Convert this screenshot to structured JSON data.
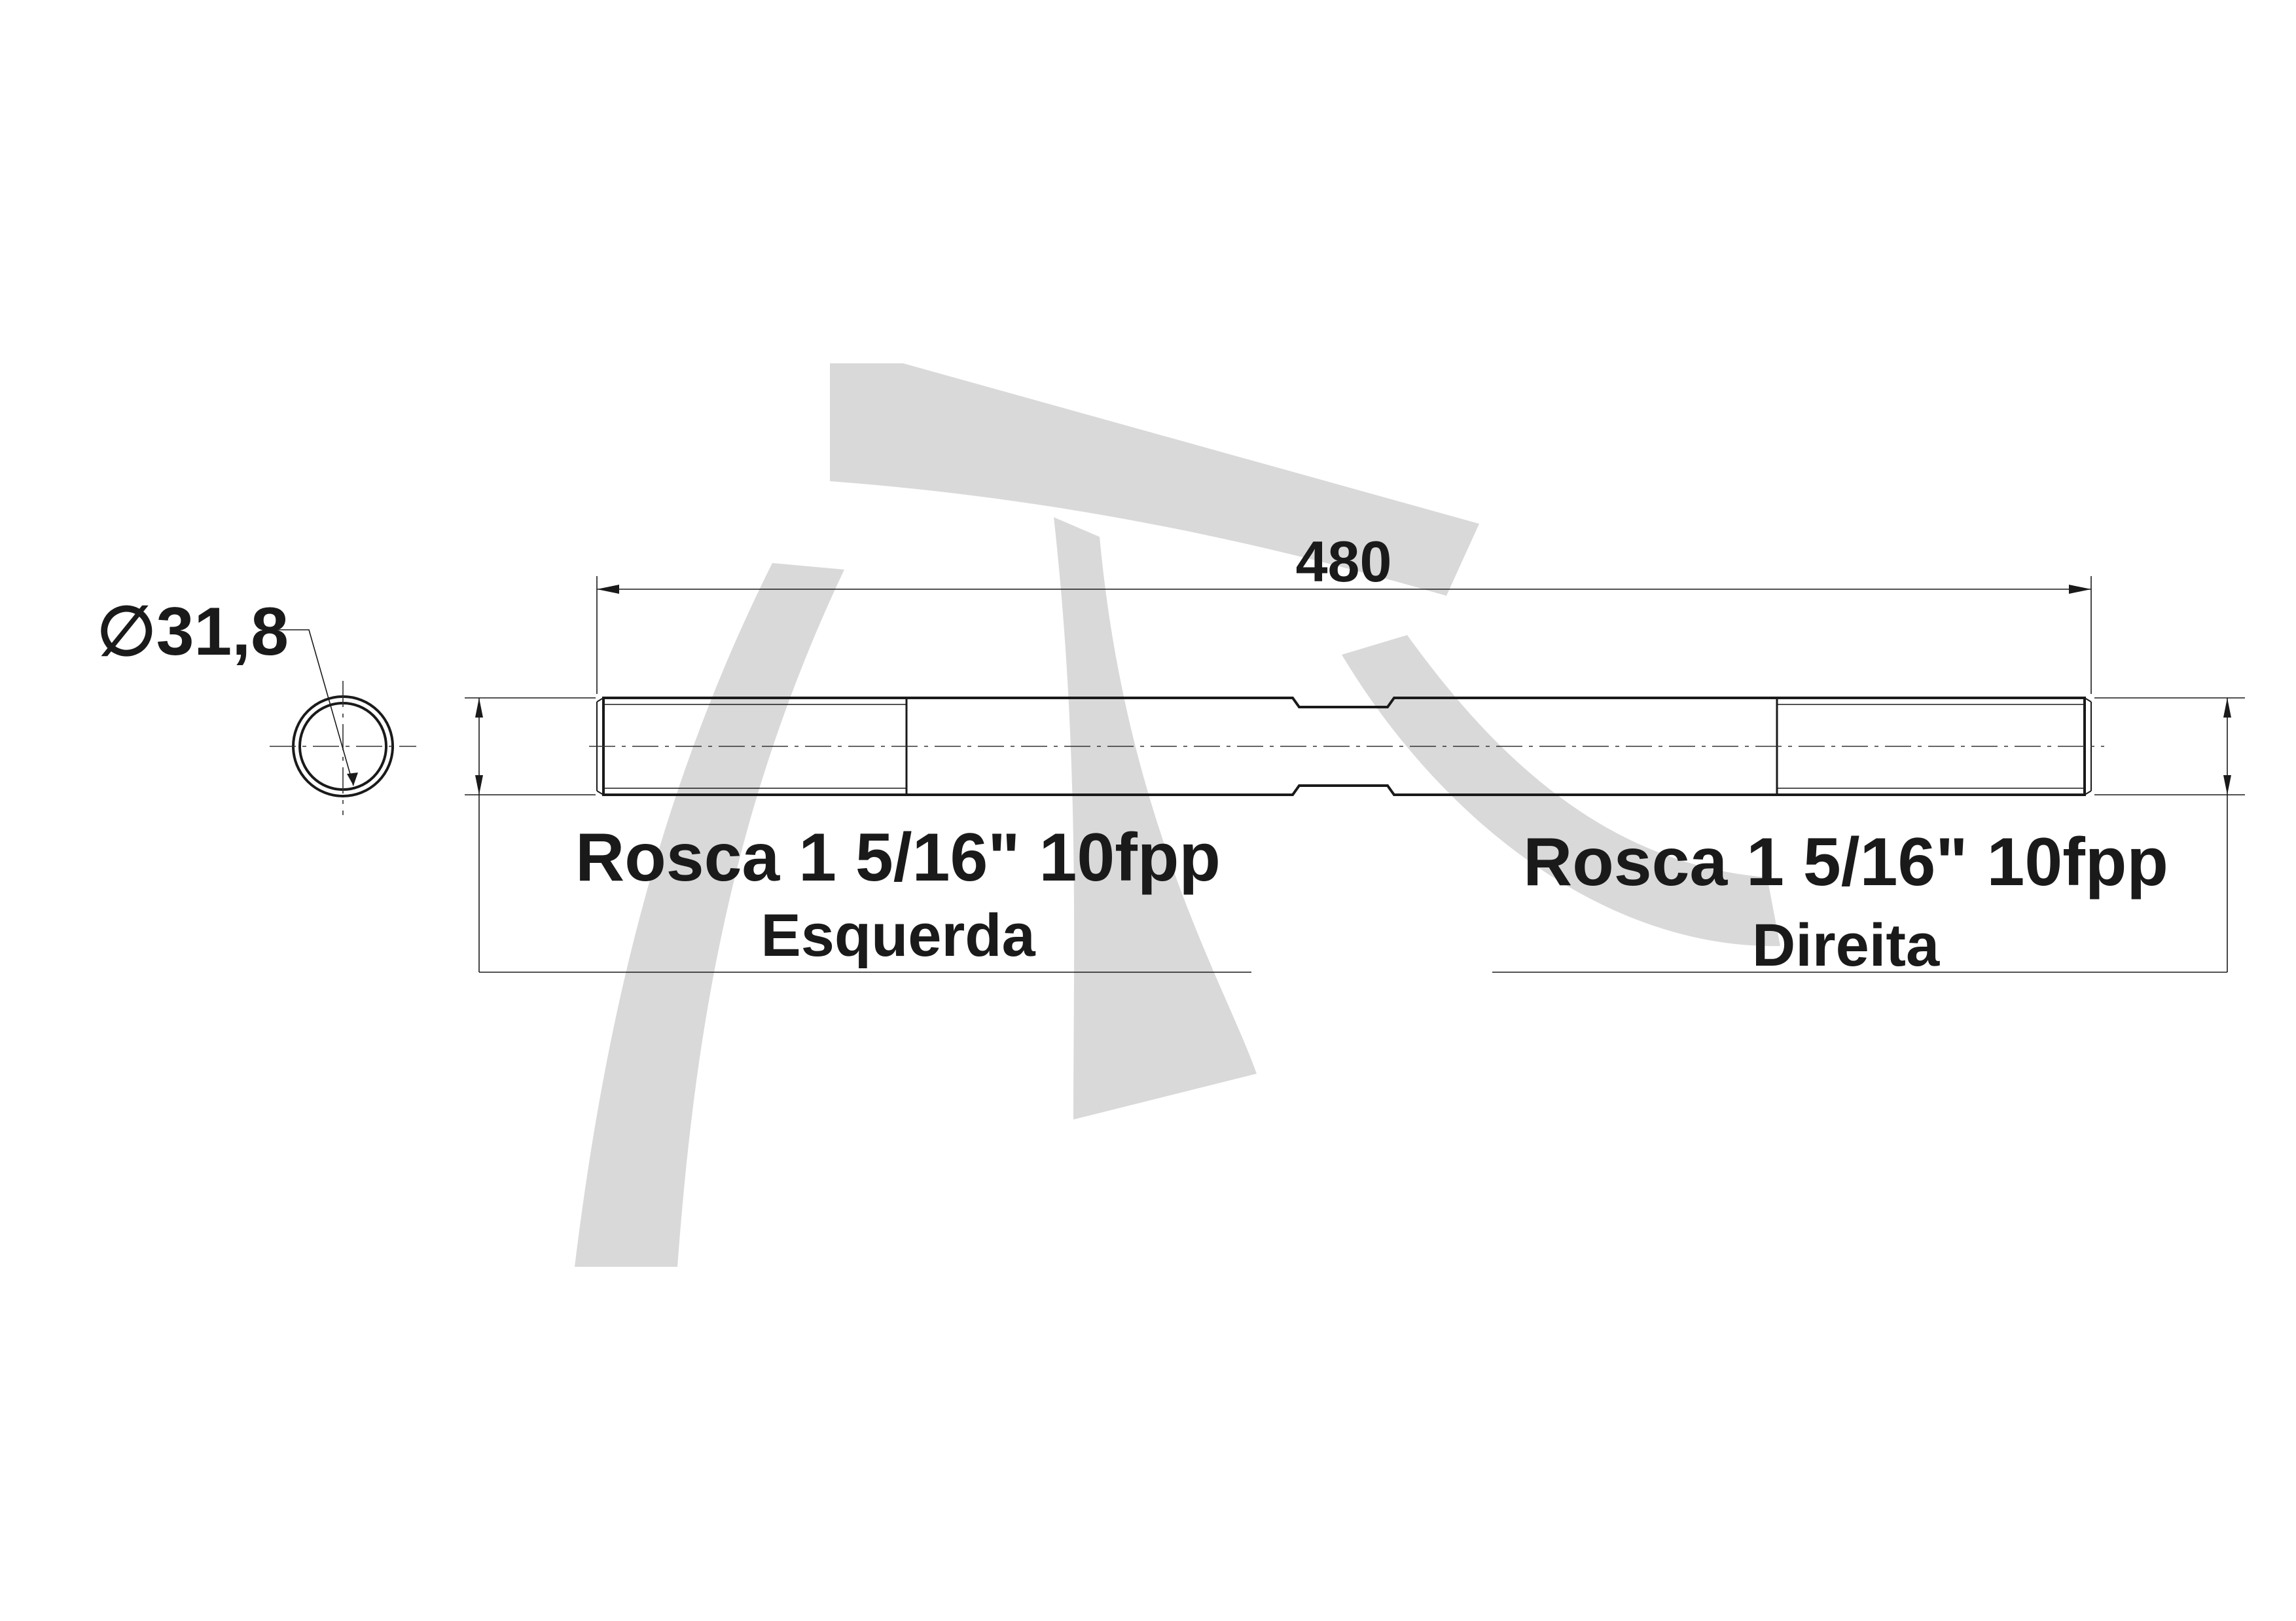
{
  "drawing": {
    "length_dim": "480",
    "diameter_dim": "∅31,8",
    "left_thread": {
      "spec": "Rosca 1 5/16\"  10fpp",
      "hand": "Esquerda"
    },
    "right_thread": {
      "spec": "Rosca 1 5/16\"  10fpp",
      "hand": "Direita"
    },
    "watermark": {
      "text": "JT",
      "color": "#d9d9d9"
    }
  }
}
